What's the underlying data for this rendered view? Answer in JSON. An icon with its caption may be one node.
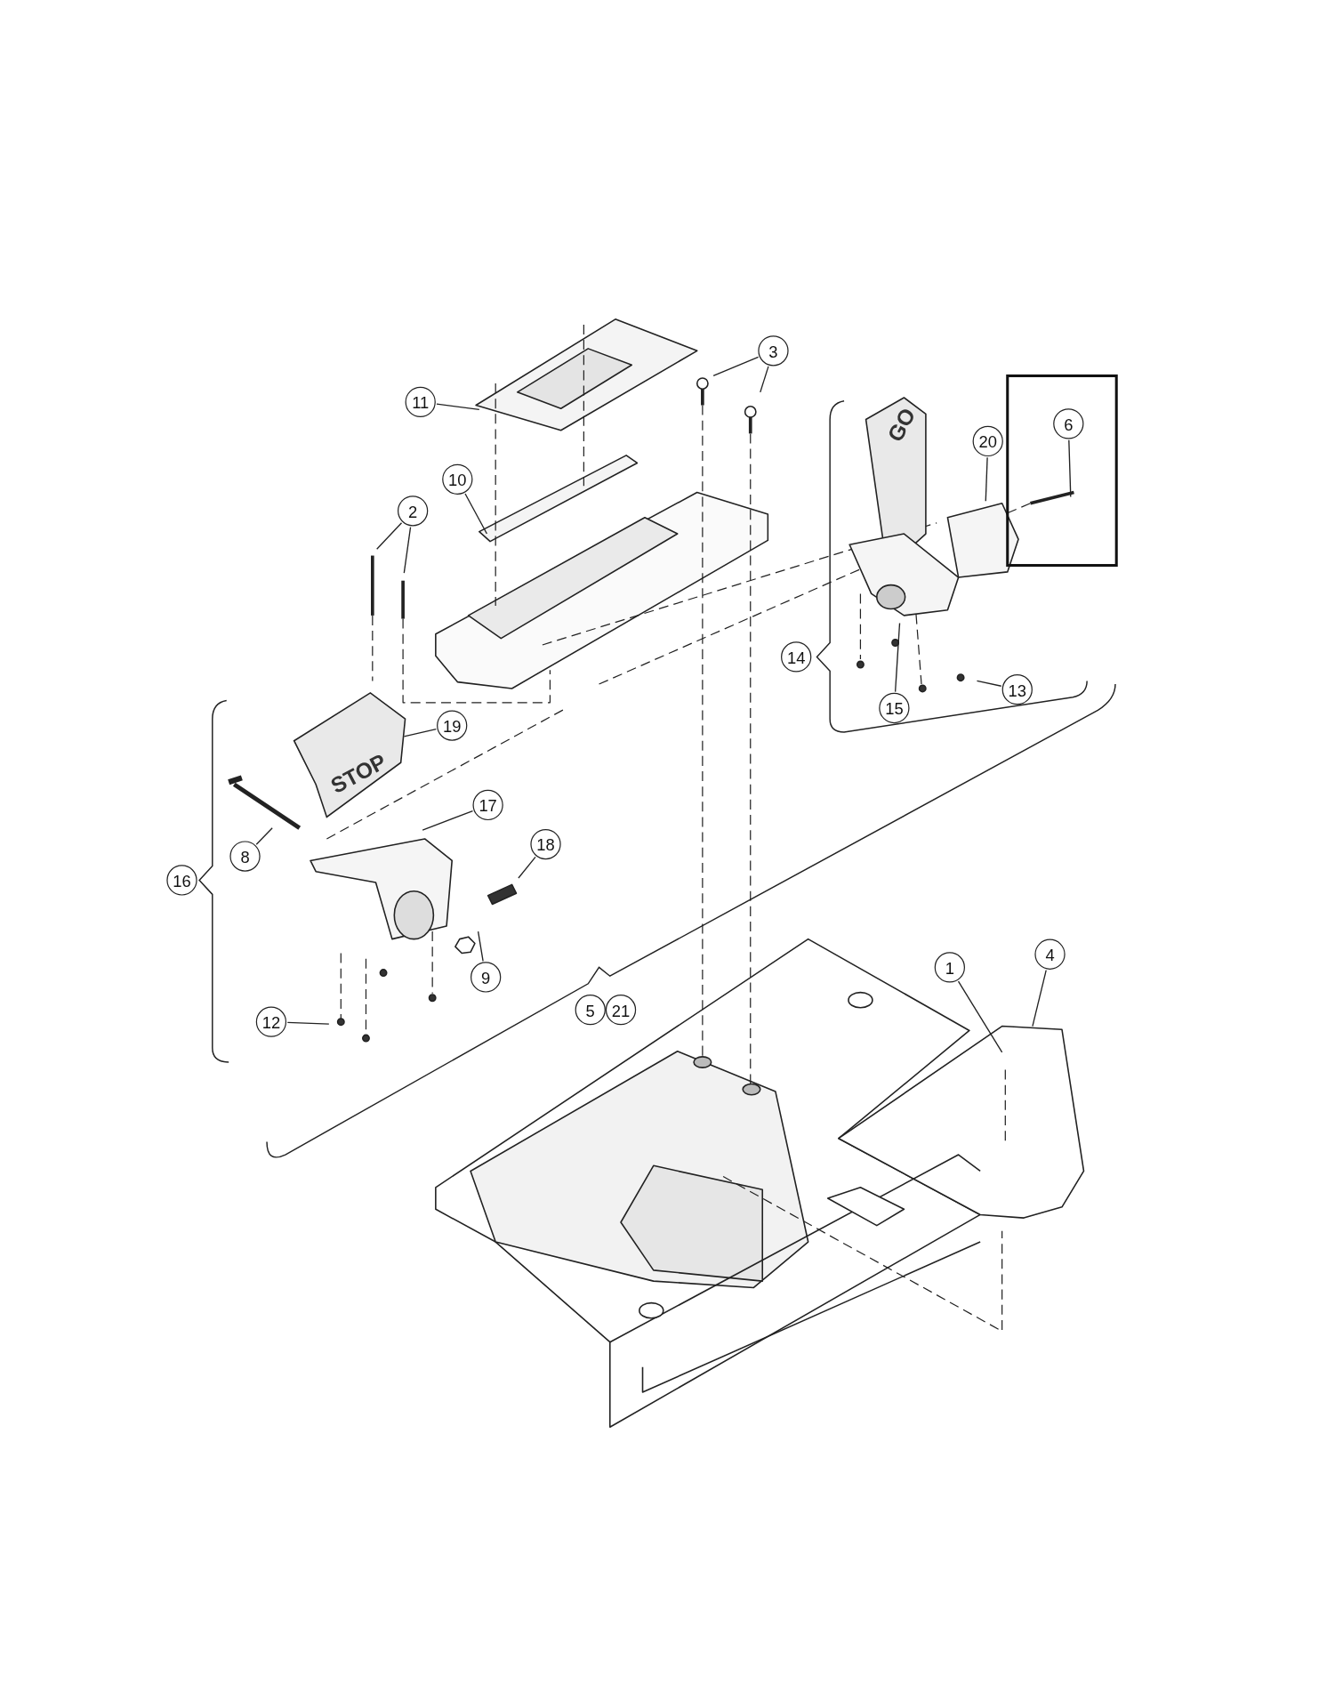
{
  "diagram": {
    "nodes": [
      {
        "text": [
          "3"
        ]
      },
      {
        "text": [
          "11"
        ]
      },
      {
        "text": [
          "6"
        ]
      },
      {
        "text": [
          "20"
        ]
      },
      {
        "text": [
          "10"
        ]
      },
      {
        "text": [
          "2"
        ]
      },
      {
        "text": [
          "13"
        ]
      },
      {
        "text": [
          "15"
        ]
      },
      {
        "text": [
          "19"
        ]
      },
      {
        "text": [
          "17"
        ]
      },
      {
        "text": [
          "18"
        ]
      },
      {
        "text": [
          "8"
        ]
      },
      {
        "text": [
          "4"
        ]
      },
      {
        "text": [
          "1"
        ]
      },
      {
        "text": [
          "9"
        ]
      },
      {
        "text": [
          "12"
        ]
      },
      {
        "text": [
          "14"
        ]
      },
      {
        "text": [
          "16"
        ]
      },
      {
        "text": [
          "5"
        ]
      },
      {
        "text": [
          "21"
        ]
      },
      {
        "text": [
          "STOP"
        ]
      }
    ],
    "edges": [
      {
        "from": 0,
        "to": null,
        "arrow": "none"
      },
      {
        "from": 0,
        "to": null,
        "arrow": "none"
      },
      {
        "from": 1,
        "to": null,
        "arrow": "none"
      },
      {
        "from": 2,
        "to": null,
        "arrow": "none"
      },
      {
        "from": 3,
        "to": null,
        "arrow": "none"
      },
      {
        "from": 4,
        "to": null,
        "arrow": "none"
      },
      {
        "from": 5,
        "to": null,
        "arrow": "none"
      },
      {
        "from": 5,
        "to": null,
        "arrow": "none"
      },
      {
        "from": 6,
        "to": null,
        "arrow": "none"
      },
      {
        "from": 7,
        "to": null,
        "arrow": "none"
      },
      {
        "from": 8,
        "to": 20,
        "arrow": "none"
      },
      {
        "from": 9,
        "to": null,
        "arrow": "none"
      },
      {
        "from": 10,
        "to": null,
        "arrow": "none"
      },
      {
        "from": 11,
        "to": null,
        "arrow": "none"
      },
      {
        "from": 12,
        "to": null,
        "arrow": "none"
      },
      {
        "from": 13,
        "to": null,
        "arrow": "none"
      },
      {
        "from": 14,
        "to": null,
        "arrow": "none"
      },
      {
        "from": 15,
        "to": null,
        "arrow": "none"
      }
    ],
    "labels": [
      "GO"
    ]
  }
}
